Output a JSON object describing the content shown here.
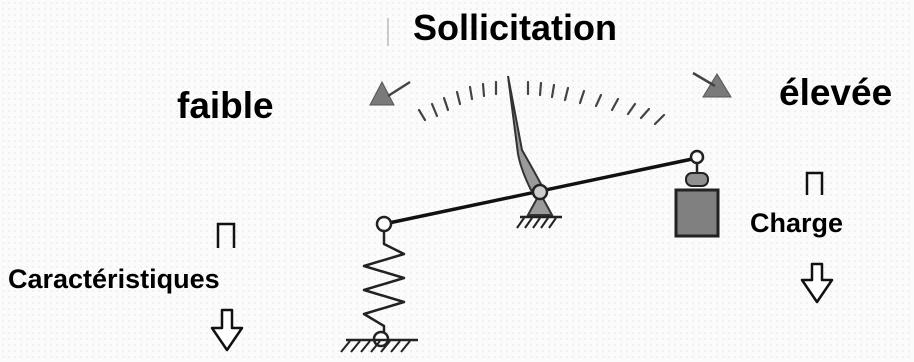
{
  "title": "Sollicitation",
  "labels": {
    "low": "faible",
    "high": "élevée",
    "characteristics": "Caractéristiques",
    "load": "Charge"
  },
  "colors": {
    "needle": "#9a9a9a",
    "triangle_marker": "#7a7a7a",
    "weight": "#808080",
    "lines": "#111111",
    "text": "#000000"
  },
  "icons": {
    "low_marker": "triangle-pointer-icon",
    "high_marker": "triangle-pointer-icon",
    "arrow_down": "hollow-arrow-down-icon",
    "bracket": "bracket-icon"
  }
}
